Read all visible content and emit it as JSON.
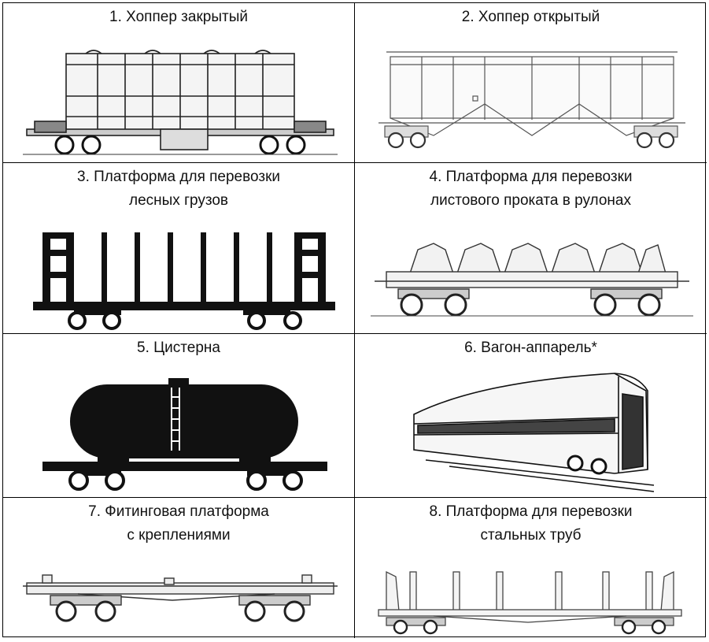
{
  "cells": [
    {
      "caption": "1. Хоппер закрытый",
      "icon": "closed-hopper-wagon"
    },
    {
      "caption": "2. Хоппер открытый",
      "icon": "open-hopper-wagon"
    },
    {
      "caption": "3. Платформа для перевозки\nлесных грузов",
      "icon": "timber-platform-wagon"
    },
    {
      "caption": "4. Платформа для перевозки\nлистового проката в рулонах",
      "icon": "coil-platform-wagon"
    },
    {
      "caption": "5. Цистерна",
      "icon": "tank-wagon"
    },
    {
      "caption": "6. Вагон-аппарель*",
      "icon": "car-carrier-wagon"
    },
    {
      "caption": "7. Фитинговая платформа\nс креплениями",
      "icon": "container-platform-wagon"
    },
    {
      "caption": "8. Платформа для перевозки\nстальных труб",
      "icon": "pipe-platform-wagon"
    }
  ]
}
